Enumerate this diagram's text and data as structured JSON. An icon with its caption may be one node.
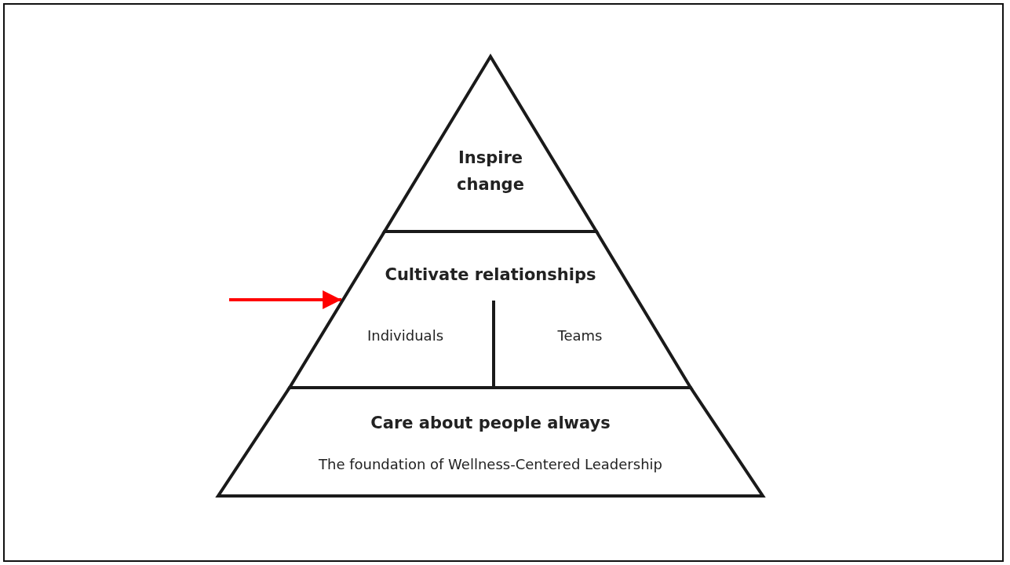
{
  "diagram": {
    "nodes": [
      {
        "text": [
          "Inspire change"
        ]
      },
      {
        "text": [
          "Cultivate relationships"
        ]
      },
      {
        "text": [
          "Individuals"
        ],
        "in": 1
      },
      {
        "text": [
          "Teams"
        ],
        "in": 1
      },
      {
        "text": [
          "Care about people always",
          "The foundation of Wellness-Centered Leadership"
        ]
      }
    ],
    "edges": [
      {
        "from": null,
        "to": 1,
        "arrow": "to",
        "color": "#ff0000"
      }
    ]
  }
}
